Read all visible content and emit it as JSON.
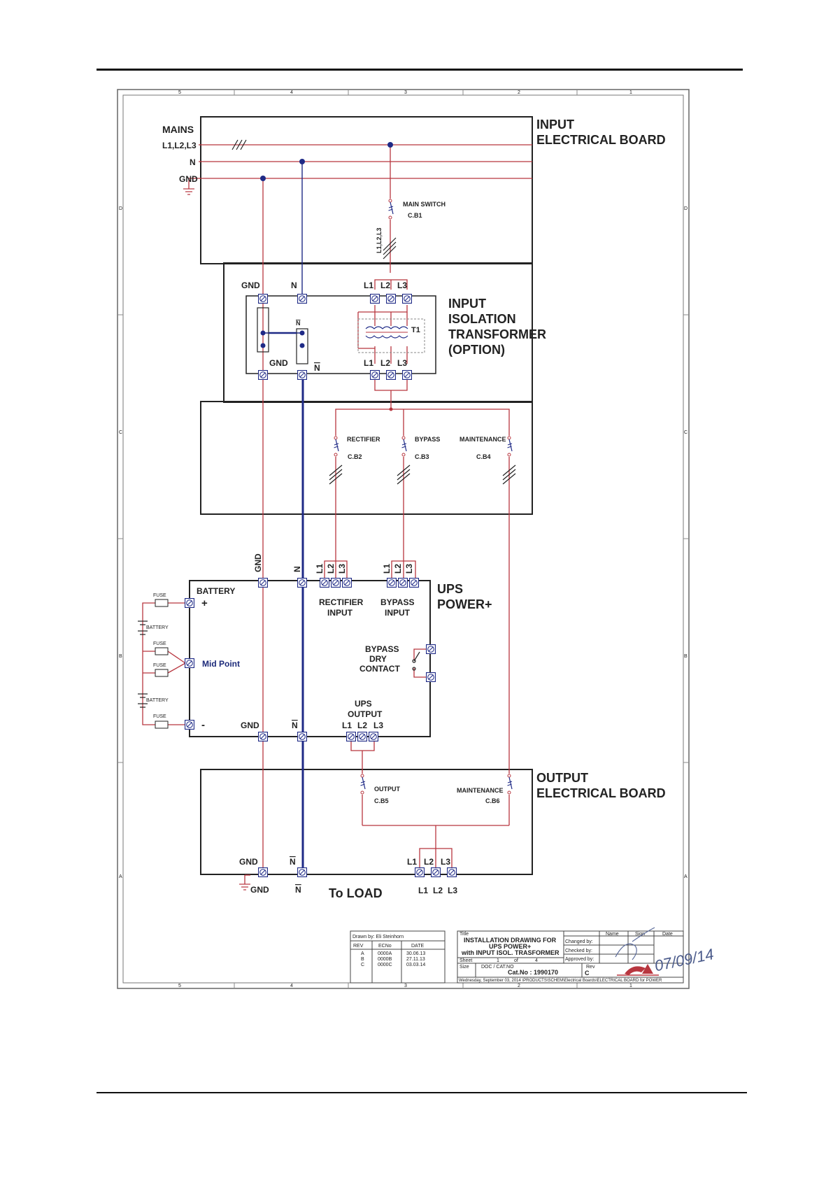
{
  "labels": {
    "mains": "MAINS",
    "mains_l123": "L1,L2,L3",
    "mains_n": "N",
    "mains_gnd": "GND",
    "input_board_1": "INPUT",
    "input_board_2": "ELECTRICAL BOARD",
    "main_switch": "MAIN SWITCH",
    "cb1": "C.B1",
    "vertical_l123": "L1,L2,L3",
    "tr_gnd": "GND",
    "tr_n": "N",
    "tr_l1": "L1",
    "tr_l2": "L2",
    "tr_l3": "L3",
    "tr_n_bar": "N",
    "tr_gnd_bottom": "GND",
    "tr_n_bottom": "N",
    "tr_l1_bottom": "L1",
    "tr_l2_bottom": "L2",
    "tr_l3_bottom": "L3",
    "t1": "T1",
    "iso_1": "INPUT",
    "iso_2": "ISOLATION",
    "iso_3": "TRANSFORMER",
    "iso_4": "(OPTION)",
    "rectifier": "RECTIFIER",
    "cb2": "C.B2",
    "bypass": "BYPASS",
    "cb3": "C.B3",
    "maintenance": "MAINTENANCE",
    "cb4": "C.B4",
    "ups_gnd_v": "GND",
    "ups_n_v": "N",
    "ups_rect_l1": "L1",
    "ups_rect_l2": "L2",
    "ups_rect_l3": "L3",
    "ups_byp_l1": "L1",
    "ups_byp_l2": "L2",
    "ups_byp_l3": "L3",
    "ups_1": "UPS",
    "ups_2": "POWER+",
    "battery": "BATTERY",
    "plus": "+",
    "minus": "-",
    "mid_point": "Mid Point",
    "rect_input_1": "RECTIFIER",
    "rect_input_2": "INPUT",
    "byp_input_1": "BYPASS",
    "byp_input_2": "INPUT",
    "dry_1": "BYPASS",
    "dry_2": "DRY",
    "dry_3": "CONTACT",
    "ups_out_1": "UPS",
    "ups_out_2": "OUTPUT",
    "ups_out_l1": "L1",
    "ups_out_l2": "L2",
    "ups_out_l3": "L3",
    "ups_gnd": "GND",
    "ups_n": "N",
    "fuse_1": "FUSE",
    "fuse_2": "FUSE",
    "fuse_3": "FUSE",
    "fuse_4": "FUSE",
    "batt_1": "BATTERY",
    "batt_2": "BATTERY",
    "output_cb": "OUTPUT",
    "cb5": "C.B5",
    "maint_out": "MAINTENANCE",
    "cb6": "C.B6",
    "out_board_1": "OUTPUT",
    "out_board_2": "ELECTRICAL BOARD",
    "out_gnd": "GND",
    "out_n": "N",
    "out_l1": "L1",
    "out_l2": "L2",
    "out_l3": "L3",
    "load_gnd": "GND",
    "load_n": "N",
    "to_load": "To LOAD",
    "load_l1": "L1",
    "load_l2": "L2",
    "load_l3": "L3",
    "frame_top": [
      "5",
      "4",
      "3",
      "2",
      "1"
    ],
    "frame_side": [
      "D",
      "C",
      "B",
      "A"
    ]
  },
  "revision_block": {
    "drawn_by": "Drawn by: Eli Steinhorn",
    "col_rev": "REV",
    "col_ecno": "ECNo",
    "col_date": "DATE",
    "rows": [
      {
        "rev": "A",
        "ecno": "0000A",
        "date": "30.06.13"
      },
      {
        "rev": "B",
        "ecno": "0000B",
        "date": "27.11.13"
      },
      {
        "rev": "C",
        "ecno": "0000C",
        "date": "03.03.14"
      }
    ]
  },
  "title_block": {
    "title_label": "Title",
    "title_1": "INSTALLATION DRAWING FOR",
    "title_2": "UPS POWER+",
    "title_3": "with INPUT ISOL. TRASFORMER",
    "changed_by": "Changed by:",
    "checked_by": "Checked by:",
    "approved_by": "Approved by:",
    "col_name": "Name",
    "col_sign": "Sign",
    "col_date": "Date",
    "sheet_label": "Sheet",
    "sheet_num": "1",
    "of_label": "of",
    "sheet_total": "4",
    "size_label": "Size",
    "doc_label": "DOC / CAT.NO",
    "cat_no": "Cat.No : 1990170",
    "rev_label": "Rev",
    "rev_value": "C",
    "footer_path": "Wednesday, September 03, 2014 \\PRODUCTS\\SCHEM\\Electrical Boards\\ELECTRICAL BOARD for POWER",
    "signature_date": "07/09/14"
  },
  "colors": {
    "wire_red": "#b8363f",
    "wire_blue": "#1f2a86",
    "box_line": "#222222",
    "terminal": "#1f2a86"
  }
}
